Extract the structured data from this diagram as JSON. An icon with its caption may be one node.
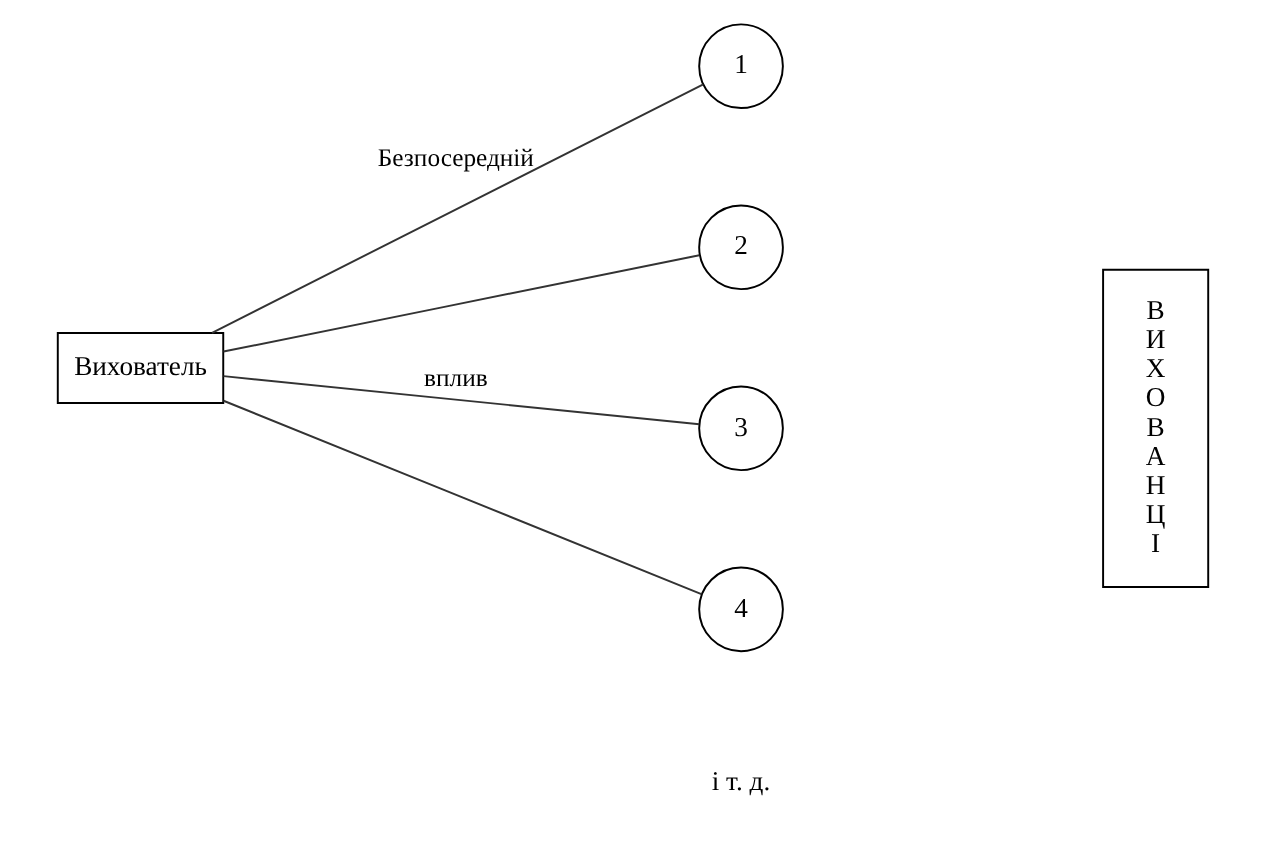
{
  "diagram": {
    "nodes": [
      {
        "text": [
          "Вихователь"
        ]
      },
      {
        "text": [
          "1"
        ]
      },
      {
        "text": [
          "2"
        ]
      },
      {
        "text": [
          "3"
        ]
      },
      {
        "text": [
          "4"
        ]
      },
      {
        "text": [
          "ВИХОВАНЦІ"
        ]
      }
    ],
    "edges": [
      {
        "from": 0,
        "to": 1,
        "arrow": "none",
        "label": "Безпосередній"
      },
      {
        "from": 0,
        "to": 2,
        "arrow": "none"
      },
      {
        "from": 0,
        "to": 3,
        "arrow": "none",
        "label": "вплив"
      },
      {
        "from": 0,
        "to": 4,
        "arrow": "none"
      }
    ],
    "labels": [
      "і т. д."
    ]
  }
}
